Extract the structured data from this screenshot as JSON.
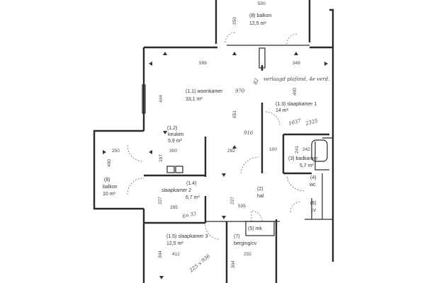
{
  "rooms": {
    "balkon_top": {
      "name": "(8) balkon",
      "area": "12,5 m²"
    },
    "woonkamer": {
      "name": "(1.1) woonkamer",
      "area": "33,1 m²"
    },
    "slaapkamer1": {
      "name": "(1.3) slaapkamer 1",
      "area": "14 m²"
    },
    "keuken": {
      "code": "(1.2)",
      "name": "keuken",
      "area": "5,9 m²"
    },
    "balkon_left": {
      "code": "(8)",
      "name": "balkon",
      "area": "10 m²"
    },
    "badkamer": {
      "name": "(3) badkamer",
      "area": "5,7 m²"
    },
    "wc": {
      "code": "(4)",
      "name": "wc"
    },
    "slaapkamer2": {
      "code": "(1.4)",
      "name": "slaapkamer 2",
      "area": "6,7 m²"
    },
    "hal": {
      "code": "(2)",
      "name": "hal"
    },
    "cv": {
      "code": "(6)",
      "name": "cv"
    },
    "mk": {
      "name": "(5) mk"
    },
    "berging": {
      "code": "(7)",
      "name": "berging/cv"
    },
    "slaapkamer3": {
      "name": "(1.5) slaapkamer 3",
      "area": "12,5 m²"
    }
  },
  "note": "verlaagd plafond, 4e verd.",
  "dimensions": {
    "d500": "500",
    "d250a": "250",
    "d599": "599",
    "d349": "349",
    "d444": "444",
    "d400a": "400",
    "d651": "651",
    "d250b": "250",
    "d400b": "400",
    "d300": "300",
    "d197": "197",
    "d292": "292",
    "d100": "100",
    "d241": "241",
    "d242": "242",
    "d227a": "227",
    "d295": "295",
    "d227b": "227",
    "d535": "535",
    "d304a": "304",
    "d412": "412",
    "d232": "232",
    "d304b": "304"
  },
  "handwritten": [
    "970",
    "916",
    "1037",
    "2325",
    "82",
    "6n 33",
    "225 x 936"
  ]
}
